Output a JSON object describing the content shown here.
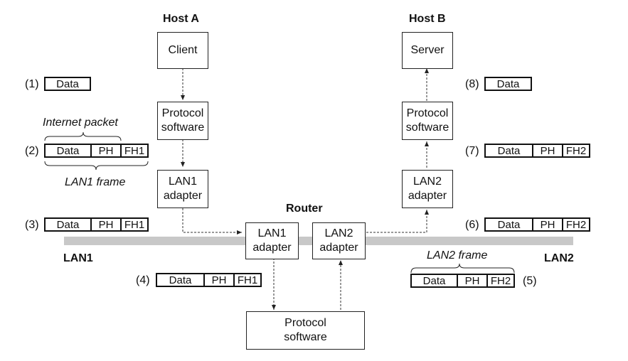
{
  "hosts": {
    "host_a": "Host A",
    "host_b": "Host B",
    "router": "Router"
  },
  "boxes": {
    "client": "Client",
    "server": "Server",
    "protocol_line1": "Protocol",
    "protocol_line2": "software",
    "lan1_line1": "LAN1",
    "lan2_line1": "LAN2",
    "adapter": "adapter"
  },
  "networks": {
    "lan1": "LAN1",
    "lan2": "LAN2"
  },
  "annotations": {
    "internet_packet": "Internet packet",
    "lan1_frame": "LAN1 frame",
    "lan2_frame": "LAN2 frame"
  },
  "steps": {
    "s1": "(1)",
    "s2": "(2)",
    "s3": "(3)",
    "s4": "(4)",
    "s5": "(5)",
    "s6": "(6)",
    "s7": "(7)",
    "s8": "(8)"
  },
  "packet_fields": {
    "data": "Data",
    "ph": "PH",
    "fh1": "FH1",
    "fh2": "FH2"
  }
}
